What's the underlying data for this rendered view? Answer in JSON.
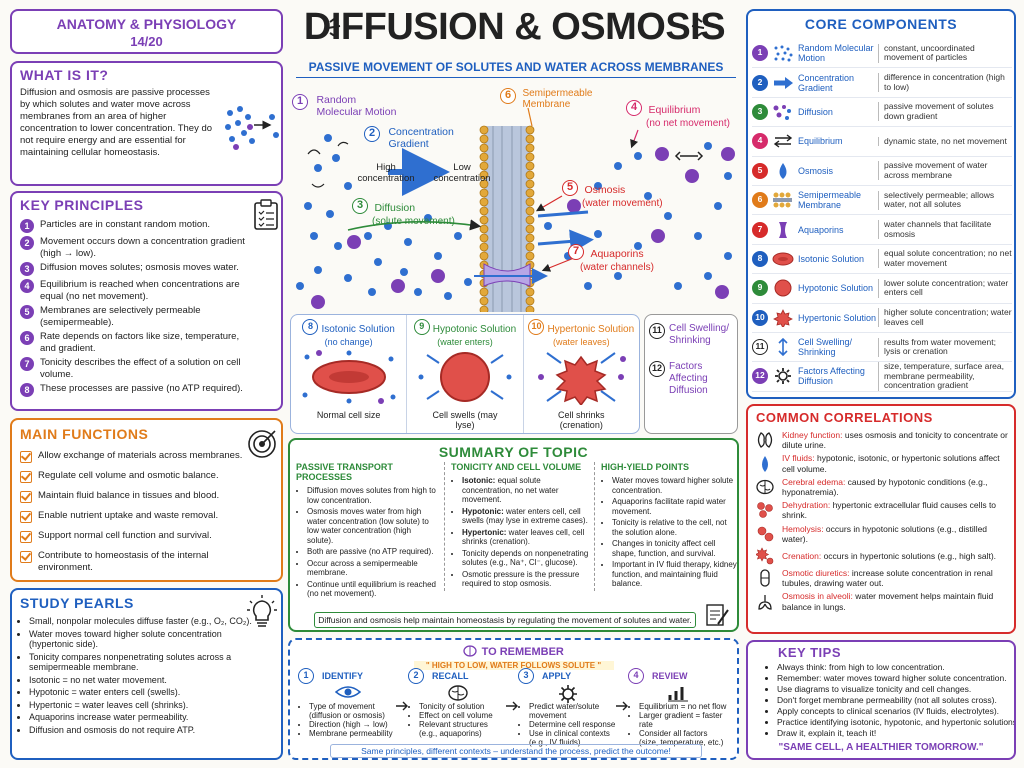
{
  "header": {
    "course": "ANATOMY & PHYSIOLOGY",
    "page": "14/20",
    "title": "DIFFUSION & OSMOSIS",
    "subtitle": "PASSIVE MOVEMENT OF SOLUTES AND WATER ACROSS MEMBRANES"
  },
  "what_is_it": {
    "title": "WHAT IS IT?",
    "text": "Diffusion and osmosis are passive processes by which solutes and water move across membranes from an area of higher concentration to lower concentration. They do not require energy and are essential for maintaining cellular homeostasis."
  },
  "key_principles": {
    "title": "KEY PRINCIPLES",
    "items": [
      "Particles are in constant random motion.",
      "Movement occurs down a concentration gradient (high → low).",
      "Diffusion moves solutes; osmosis moves water.",
      "Equilibrium is reached when concentrations are equal (no net movement).",
      "Membranes are selectively permeable (semipermeable).",
      "Rate depends on factors like size, temperature, and gradient.",
      "Tonicity describes the effect of a solution on cell volume.",
      "These processes are passive (no ATP required)."
    ]
  },
  "main_functions": {
    "title": "MAIN FUNCTIONS",
    "items": [
      "Allow exchange of materials across membranes.",
      "Regulate cell volume and osmotic balance.",
      "Maintain fluid balance in tissues and blood.",
      "Enable nutrient uptake and waste removal.",
      "Support normal cell function and survival.",
      "Contribute to homeostasis of the internal environment."
    ]
  },
  "study_pearls": {
    "title": "STUDY PEARLS",
    "items": [
      "Small, nonpolar molecules diffuse faster (e.g., O₂, CO₂).",
      "Water moves toward higher solute concentration (hypertonic side).",
      "Tonicity compares nonpenetrating solutes across a semipermeable membrane.",
      "Isotonic = no net water movement.",
      "Hypotonic = water enters cell (swells).",
      "Hypertonic = water leaves cell (shrinks).",
      "Aquaporins increase water permeability.",
      "Diffusion and osmosis do not require ATP."
    ]
  },
  "diagram": {
    "l1_num": "1",
    "l1": "Random Molecular Motion",
    "l2_num": "2",
    "l2": "Concentration Gradient",
    "high": "High concentration",
    "low": "Low concentration",
    "l3_num": "3",
    "l3": "Diffusion",
    "l3b": "(solute movement)",
    "l4_num": "4",
    "l4": "Equilibrium",
    "l4b": "(no net movement)",
    "l5_num": "5",
    "l5": "Osmosis",
    "l5b": "(water movement)",
    "l6_num": "6",
    "l6": "Semipermeable Membrane",
    "l7_num": "7",
    "l7": "Aquaporins",
    "l7b": "(water channels)"
  },
  "cells": [
    {
      "num": "8",
      "title": "Isotonic Solution",
      "sub": "(no change)",
      "caption": "Normal cell size",
      "color": "#1f5fbf"
    },
    {
      "num": "9",
      "title": "Hypotonic Solution",
      "sub": "(water enters)",
      "caption": "Cell swells (may lyse)",
      "color": "#2e8b3a"
    },
    {
      "num": "10",
      "title": "Hypertonic Solution",
      "sub": "(water leaves)",
      "caption": "Cell shrinks (crenation)",
      "color": "#e07b1a"
    }
  ],
  "side_cells": [
    {
      "num": "11",
      "label": "Cell Swelling/ Shrinking"
    },
    {
      "num": "12",
      "label": "Factors Affecting Diffusion"
    }
  ],
  "summary": {
    "title": "SUMMARY OF TOPIC",
    "col1_title": "PASSIVE TRANSPORT PROCESSES",
    "col1": [
      "Diffusion moves solutes from high to low concentration.",
      "Osmosis moves water from high water concentration (low solute) to low water concentration (high solute).",
      "Both are passive (no ATP required).",
      "Occur across a semipermeable membrane.",
      "Continue until equilibrium is reached (no net movement)."
    ],
    "col2_title": "TONICITY AND CELL VOLUME",
    "col2": [
      {
        "k": "Isotonic:",
        "v": " equal solute concentration, no net water movement."
      },
      {
        "k": "Hypotonic:",
        "v": " water enters cell, cell swells (may lyse in extreme cases)."
      },
      {
        "k": "Hypertonic:",
        "v": " water leaves cell, cell shrinks (crenation)."
      },
      {
        "k": "",
        "v": "Tonicity depends on nonpenetrating solutes (e.g., Na⁺, Cl⁻, glucose)."
      },
      {
        "k": "",
        "v": "Osmotic pressure is the pressure required to stop osmosis."
      }
    ],
    "col3_title": "HIGH-YIELD POINTS",
    "col3": [
      "Water moves toward higher solute concentration.",
      "Aquaporins facilitate rapid water movement.",
      "Tonicity is relative to the cell, not the solution alone.",
      "Changes in tonicity affect cell shape, function, and survival.",
      "Important in IV fluid therapy, kidney function, and maintaining fluid balance."
    ],
    "footer": "Diffusion and osmosis help maintain homeostasis by regulating the movement of solutes and water."
  },
  "remember": {
    "title": "TO REMEMBER",
    "tagline": "\" HIGH TO LOW, WATER FOLLOWS SOLUTE \"",
    "steps": [
      {
        "num": "1",
        "title": "IDENTIFY",
        "items": [
          "Type of movement (diffusion or osmosis)",
          "Direction (high → low)",
          "Membrane permeability"
        ]
      },
      {
        "num": "2",
        "title": "RECALL",
        "items": [
          "Tonicity of solution",
          "Effect on cell volume",
          "Relevant structures (e.g., aquaporins)"
        ]
      },
      {
        "num": "3",
        "title": "APPLY",
        "items": [
          "Predict water/solute movement",
          "Determine cell response",
          "Use in clinical contexts (e.g., IV fluids)"
        ]
      },
      {
        "num": "4",
        "title": "REVIEW",
        "items": [
          "Equilibrium = no net flow",
          "Larger gradient = faster rate",
          "Consider all factors (size, temperature, etc.)"
        ]
      }
    ],
    "footer": "Same principles, different contexts – understand the process, predict the outcome!"
  },
  "core": {
    "title": "CORE COMPONENTS",
    "items": [
      {
        "num": "1",
        "name": "Random Molecular Motion",
        "desc": "constant, uncoordinated movement of particles",
        "color": "#7b3fb5"
      },
      {
        "num": "2",
        "name": "Concentration Gradient",
        "desc": "difference in concentration (high to low)",
        "color": "#1f5fbf"
      },
      {
        "num": "3",
        "name": "Diffusion",
        "desc": "passive movement of solutes down gradient",
        "color": "#2e8b3a"
      },
      {
        "num": "4",
        "name": "Equilibrium",
        "desc": "dynamic state, no net movement",
        "color": "#d62b6b"
      },
      {
        "num": "5",
        "name": "Osmosis",
        "desc": "passive movement of water across membrane",
        "color": "#d62b2b"
      },
      {
        "num": "6",
        "name": "Semipermeable Membrane",
        "desc": "selectively permeable; allows water, not all solutes",
        "color": "#e07b1a"
      },
      {
        "num": "7",
        "name": "Aquaporins",
        "desc": "water channels that facilitate osmosis",
        "color": "#d62b2b"
      },
      {
        "num": "8",
        "name": "Isotonic Solution",
        "desc": "equal solute concentration; no net water movement",
        "color": "#1f5fbf"
      },
      {
        "num": "9",
        "name": "Hypotonic Solution",
        "desc": "lower solute concentration; water enters cell",
        "color": "#2e8b3a"
      },
      {
        "num": "10",
        "name": "Hypertonic Solution",
        "desc": "higher solute concentration; water leaves cell",
        "color": "#1f5fbf"
      },
      {
        "num": "11",
        "name": "Cell Swelling/ Shrinking",
        "desc": "results from water movement; lysis or crenation",
        "color": "#222222"
      },
      {
        "num": "12",
        "name": "Factors Affecting Diffusion",
        "desc": "size, temperature, surface area, membrane permeability, concentration gradient",
        "color": "#7b3fb5"
      }
    ]
  },
  "correlations": {
    "title": "COMMON CORRELATIONS",
    "items": [
      {
        "k": "Kidney function:",
        "v": " uses osmosis and tonicity to concentrate or dilute urine."
      },
      {
        "k": "IV fluids:",
        "v": " hypotonic, isotonic, or hypertonic solutions affect cell volume."
      },
      {
        "k": "Cerebral edema:",
        "v": " caused by hypotonic conditions (e.g., hyponatremia)."
      },
      {
        "k": "Dehydration:",
        "v": " hypertonic extracellular fluid causes cells to shrink."
      },
      {
        "k": "Hemolysis:",
        "v": " occurs in hypotonic solutions (e.g., distilled water)."
      },
      {
        "k": "Crenation:",
        "v": " occurs in hypertonic solutions (e.g., high salt)."
      },
      {
        "k": "Osmotic diuretics:",
        "v": " increase solute concentration in renal tubules, drawing water out."
      },
      {
        "k": "Osmosis in alveoli:",
        "v": " water movement helps maintain fluid balance in lungs."
      }
    ]
  },
  "tips": {
    "title": "KEY TIPS",
    "items": [
      "Always think: from high to low concentration.",
      "Remember: water moves toward higher solute concentration.",
      "Use diagrams to visualize tonicity and cell changes.",
      "Don't forget membrane permeability (not all solutes cross).",
      "Apply concepts to clinical scenarios (IV fluids, electrolytes).",
      "Practice identifying isotonic, hypotonic, and hypertonic solutions.",
      "Draw it, explain it, teach it!"
    ],
    "quote": "\"SAME CELL, A HEALTHIER TOMORROW.\""
  },
  "colors": {
    "purple": "#7b3fb5",
    "blue": "#1f5fbf",
    "green": "#2e8b3a",
    "orange": "#e07b1a",
    "red": "#d62b2b",
    "pink": "#d62b6b"
  }
}
